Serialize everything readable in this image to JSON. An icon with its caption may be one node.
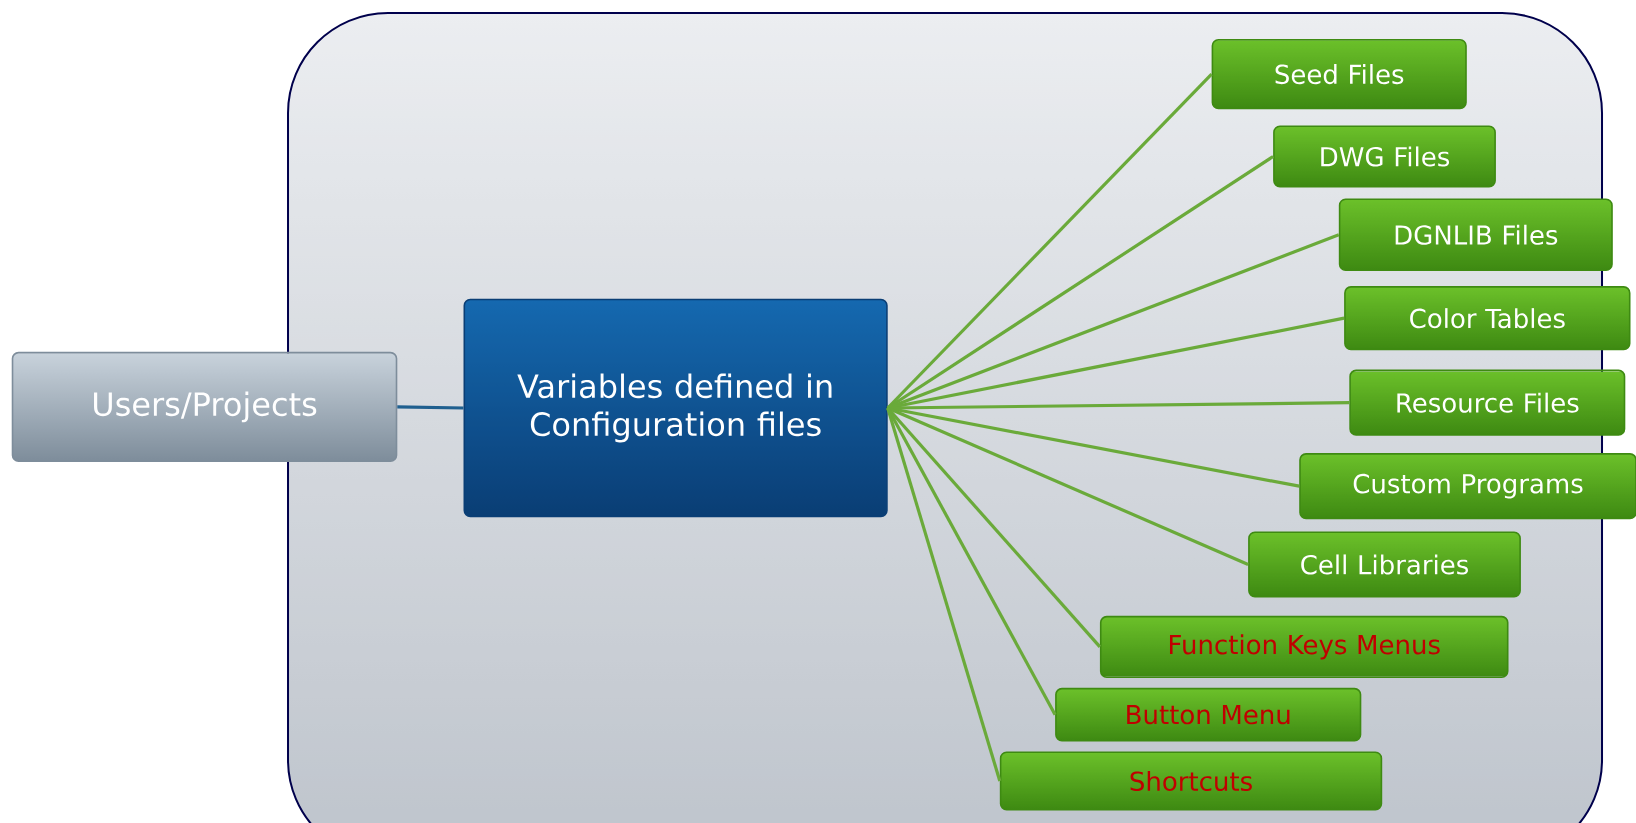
{
  "diagram": {
    "nodes": [
      {
        "text": [
          "Users/Projects"
        ]
      },
      {
        "text": [
          "Variables defined in Configuration files"
        ]
      },
      {
        "text": [
          "Seed Files"
        ]
      },
      {
        "text": [
          "DWG Files"
        ]
      },
      {
        "text": [
          "DGNLIB Files"
        ]
      },
      {
        "text": [
          "Color Tables"
        ]
      },
      {
        "text": [
          "Resource Files"
        ]
      },
      {
        "text": [
          "Custom Programs"
        ]
      },
      {
        "text": [
          "Cell Libraries"
        ]
      },
      {
        "text": [
          "Function Keys Menus"
        ]
      },
      {
        "text": [
          "Button Menu"
        ]
      },
      {
        "text": [
          "Shortcuts"
        ]
      }
    ],
    "edges": [
      {
        "from": 0,
        "to": 1,
        "arrow": "none",
        "color": "#1f5f8f"
      },
      {
        "from": 1,
        "to": 2,
        "arrow": "none"
      },
      {
        "from": 1,
        "to": 3,
        "arrow": "none"
      },
      {
        "from": 1,
        "to": 4,
        "arrow": "none"
      },
      {
        "from": 1,
        "to": 5,
        "arrow": "none"
      },
      {
        "from": 1,
        "to": 6,
        "arrow": "none"
      },
      {
        "from": 1,
        "to": 7,
        "arrow": "none"
      },
      {
        "from": 1,
        "to": 8,
        "arrow": "none"
      },
      {
        "from": 1,
        "to": 9,
        "arrow": "none"
      },
      {
        "from": 1,
        "to": 10,
        "arrow": "none"
      },
      {
        "from": 1,
        "to": 11,
        "arrow": "none"
      }
    ]
  }
}
